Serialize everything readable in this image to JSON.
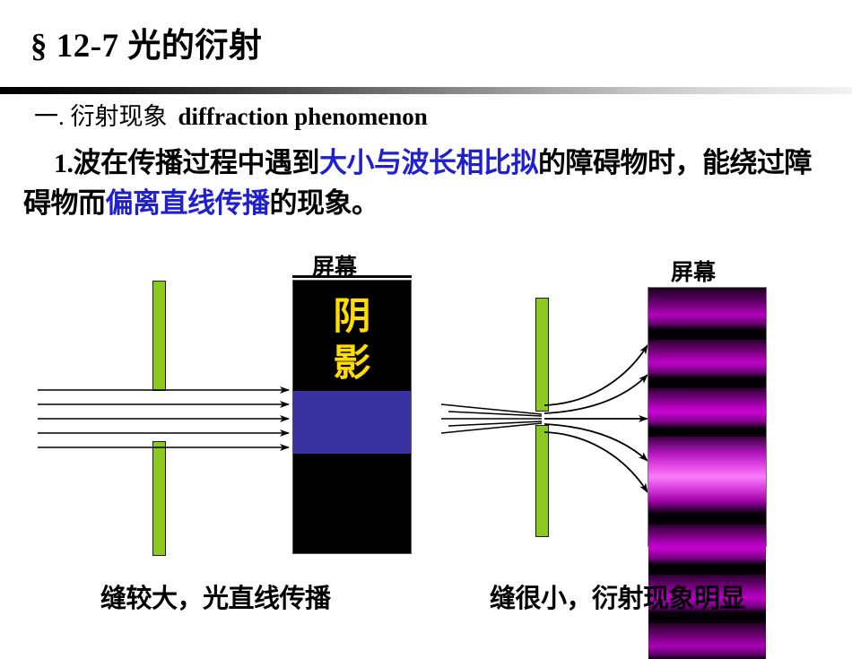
{
  "slide": {
    "title": "§ 12-7  光的衍射",
    "section_heading_cn": "一. 衍射现象",
    "section_heading_en": "diffraction phenomenon",
    "body": {
      "item_number": "1.",
      "seg1": "波在传播过程中遇到",
      "hl1": "大小与波长相比拟",
      "seg2": "的障碍物时，能绕过障碍物而",
      "hl2": "偏离直线传播",
      "seg3": "的现象。",
      "highlight_color": "#2020cf"
    },
    "figures": {
      "left": {
        "screen_label": "屏幕",
        "shadow_label_line1": "阴",
        "shadow_label_line2": "影",
        "shadow_text_color": "#FFDD00",
        "lit_band_color": "#3A32A0",
        "screen_bg_color": "#000000",
        "barrier_color": "#8CC81E",
        "caption": "缝较大，光直线传播",
        "ray_count": 5
      },
      "right": {
        "screen_label": "屏幕",
        "central_max_color": "#EE55EE",
        "fringe_color": "#A000A8",
        "barrier_color": "#8CC81E",
        "caption": "缝很小，衍射现象明显",
        "ray_count": 5
      }
    }
  }
}
